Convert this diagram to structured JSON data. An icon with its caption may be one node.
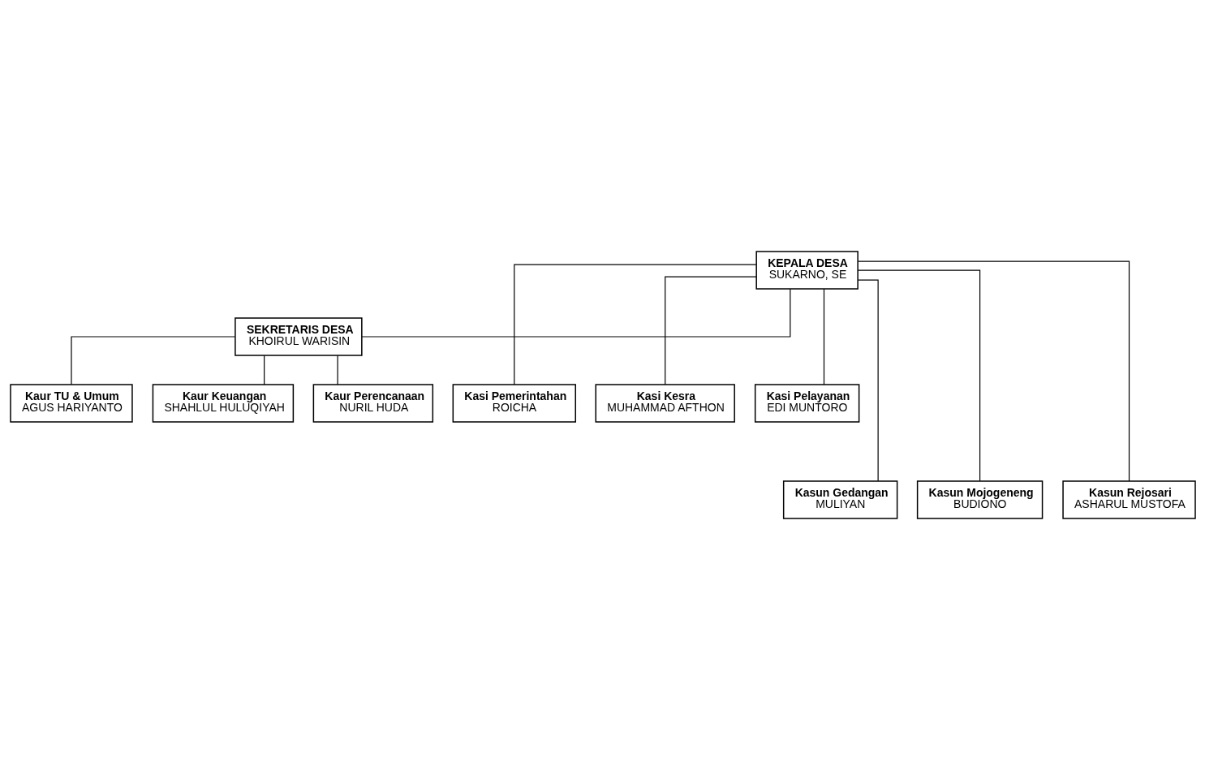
{
  "diagram": {
    "nodes": [
      {
        "text": [
          "KEPALA DESA",
          "SUKARNO, SE"
        ]
      },
      {
        "text": [
          "SEKRETARIS DESA",
          "KHOIRUL WARISIN"
        ]
      },
      {
        "text": [
          "Kasi Pemerintahan",
          "ROICHA"
        ]
      },
      {
        "text": [
          "Kasi Kesra",
          "MUHAMMAD AFTHON"
        ]
      },
      {
        "text": [
          "Kasi Pelayanan",
          "EDI MUNTORO"
        ]
      },
      {
        "text": [
          "Kaur TU & Umum",
          "AGUS HARIYANTO"
        ]
      },
      {
        "text": [
          "Kaur Keuangan",
          "SHAHLUL HULUQIYAH"
        ]
      },
      {
        "text": [
          "Kaur Perencanaan",
          "NURIL HUDA"
        ]
      },
      {
        "text": [
          "Kasun Gedangan",
          "MULIYAN"
        ]
      },
      {
        "text": [
          "Kasun Mojogeneng",
          "BUDIONO"
        ]
      },
      {
        "text": [
          "Kasun Rejosari",
          "ASHARUL MUSTOFA"
        ]
      }
    ],
    "edges": [
      {
        "from": 0,
        "to": 1,
        "arrow": "none"
      },
      {
        "from": 0,
        "to": 2,
        "arrow": "none"
      },
      {
        "from": 0,
        "to": 3,
        "arrow": "none"
      },
      {
        "from": 0,
        "to": 4,
        "arrow": "none"
      },
      {
        "from": 1,
        "to": 5,
        "arrow": "none"
      },
      {
        "from": 1,
        "to": 6,
        "arrow": "none"
      },
      {
        "from": 1,
        "to": 7,
        "arrow": "none"
      },
      {
        "from": 0,
        "to": 8,
        "arrow": "none"
      },
      {
        "from": 0,
        "to": 9,
        "arrow": "none"
      },
      {
        "from": 0,
        "to": 10,
        "arrow": "none"
      }
    ]
  }
}
